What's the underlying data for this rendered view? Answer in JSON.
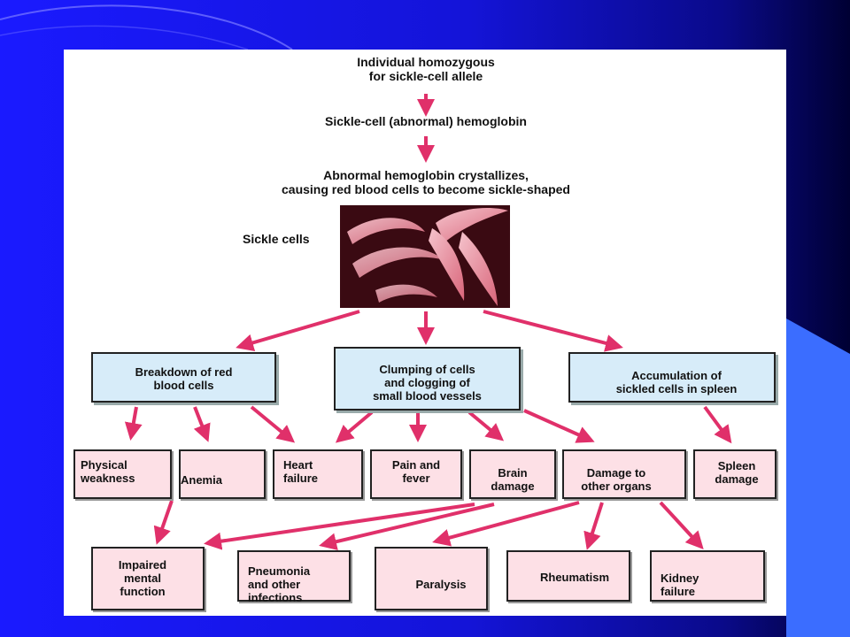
{
  "colors": {
    "background": "#1a1aff",
    "arrow": "#e0306a",
    "blue_box": "#d7ecf9",
    "pink_box": "#fde0e6"
  },
  "flow": {
    "top": "Individual homozygous\nfor sickle-cell allele",
    "hemoglobin": "Sickle-cell (abnormal) hemoglobin",
    "crystallizes": "Abnormal hemoglobin crystallizes,\ncausing red blood cells to become sickle-shaped",
    "sickle_label": "Sickle cells"
  },
  "level1": {
    "breakdown": "Breakdown of red\nblood cells",
    "clumping": "Clumping of cells\nand clogging of\nsmall blood vessels",
    "accumulation": "Accumulation of\nsickled cells in spleen"
  },
  "level2": {
    "physical": "Physical\nweakness",
    "anemia": "Anemia",
    "heart": "Heart\nfailure",
    "pain": "Pain and\nfever",
    "brain": "Brain\ndamage",
    "organs": "Damage to\nother organs",
    "spleen": "Spleen\ndamage"
  },
  "level3": {
    "impaired": "Impaired\nmental\nfunction",
    "pneumonia": "Pneumonia\nand other\ninfections",
    "paralysis": "Paralysis",
    "rheumatism": "Rheumatism",
    "kidney": "Kidney\nfailure"
  }
}
